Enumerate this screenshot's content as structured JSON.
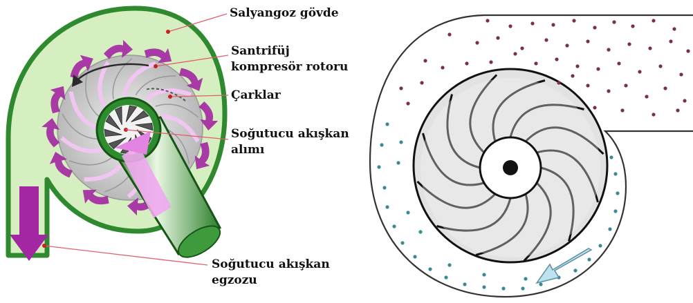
{
  "labels": {
    "housing": "Salyangoz gövde",
    "rotor_line1": "Santrifüj",
    "rotor_line2": "kompresör rotoru",
    "impellers": "Çarklar",
    "intake_line1": "Soğutucu akışkan",
    "intake_line2": "alımı",
    "exhaust_line1": "Soğutucu akışkan",
    "exhaust_line2": "egzozu"
  },
  "colors": {
    "housing_fill": "#d6efc0",
    "housing_stroke": "#2f8a2f",
    "flow_arrows": "#a326a3",
    "rotor_gray": "#c4c4c4",
    "intake_pipe": "#2e8b2e",
    "leader_line": "#e06070",
    "leader_dot": "#cc2020",
    "particle_hot": "#7a3040",
    "particle_cold": "#3a8a96",
    "outlet_arrow": "#bfe3ee"
  },
  "icons": {
    "left": "centrifugal-compressor-cutaway",
    "right": "blower-fan-with-particles"
  }
}
